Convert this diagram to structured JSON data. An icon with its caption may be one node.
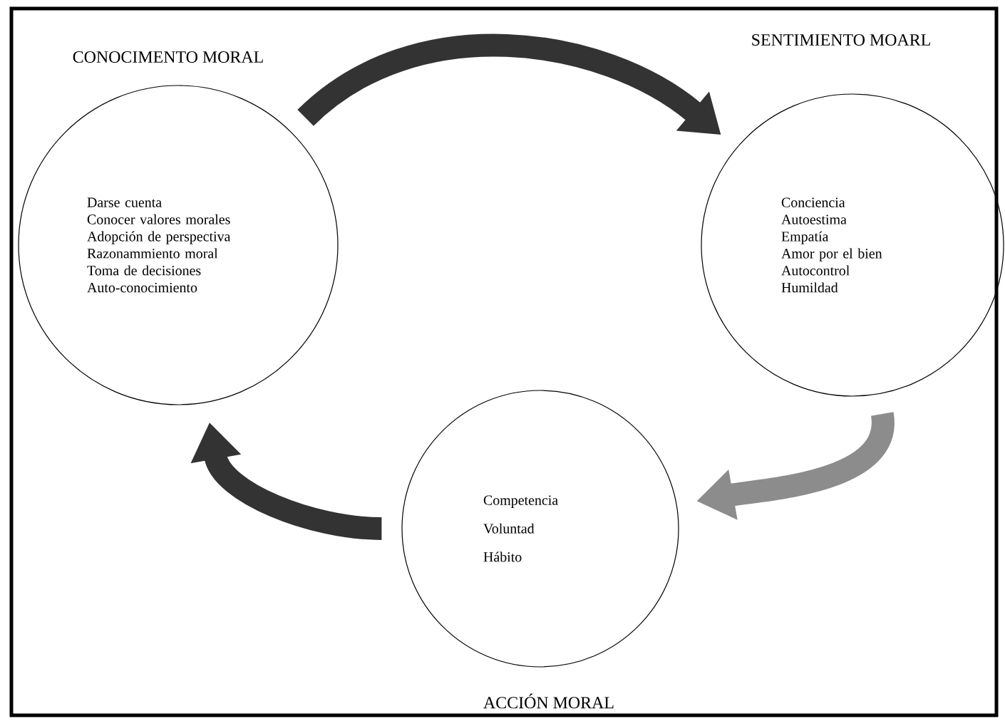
{
  "diagram": {
    "nodes": [
      {
        "text": [
          "CONOCIMENTO MORAL",
          "Darse cuenta",
          "Conocer valores morales",
          "Adopción de perspectiva",
          "Razonammiento moral",
          "Toma de decisiones",
          "Auto-conocimiento"
        ]
      },
      {
        "text": [
          "SENTIMIENTO MOARL",
          "Conciencia",
          "Autoestima",
          "Empatía",
          "Amor por el bien",
          "Autocontrol",
          "Humildad"
        ]
      },
      {
        "text": [
          "ACCIÓN MORAL",
          "Competencia",
          "Voluntad",
          "Hábito"
        ]
      }
    ],
    "edges": [
      {
        "from": 0,
        "to": 1,
        "arrow": "to"
      },
      {
        "from": 1,
        "to": 2,
        "arrow": "to",
        "color": "#8c8c8c"
      },
      {
        "from": 2,
        "to": 0,
        "arrow": "to"
      }
    ]
  }
}
